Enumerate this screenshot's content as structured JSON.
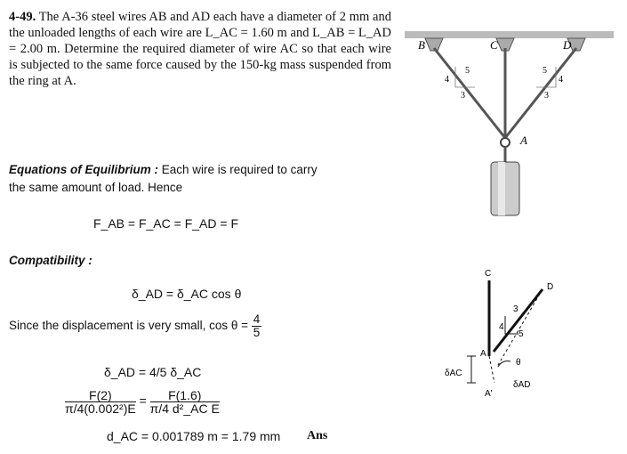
{
  "problem": {
    "number": "4-49.",
    "text": "The A-36 steel wires AB and AD each have a diameter of 2 mm and the unloaded lengths of each wire are L_AC = 1.60 m and L_AB = L_AD = 2.00 m. Determine the required diameter of wire AC so that each wire is subjected to the same force caused by the 150-kg mass suspended from the ring at A."
  },
  "equilibrium": {
    "heading": "Equations of Equilibrium :",
    "text1": "Each wire is required to carry",
    "text2": "the same amount of load. Hence",
    "equation": "F_AB = F_AC = F_AD = F"
  },
  "compatibility": {
    "heading": "Compatibility :",
    "eq1": "δ_AD = δ_AC cos θ",
    "since": "Since the displacement is very small, cos θ =",
    "frac_num": "4",
    "frac_den": "5",
    "eq2": "δ_AD = 4/5 δ_AC",
    "eq3_left_num": "F(2)",
    "eq3_left_den": "π/4(0.002²)E",
    "eq3_right_num": "F(1.6)",
    "eq3_right_den": "π/4 d²_AC E",
    "result": "d_AC = 0.001789 m = 1.79 mm",
    "ans": "Ans"
  },
  "figure1": {
    "labels": [
      "B",
      "C",
      "D",
      "A"
    ],
    "slope": [
      "4",
      "5",
      "3"
    ]
  },
  "figure2": {
    "labels": [
      "C",
      "D",
      "A",
      "A'",
      "θ",
      "3",
      "4",
      "5",
      "δAC",
      "δAD"
    ]
  }
}
